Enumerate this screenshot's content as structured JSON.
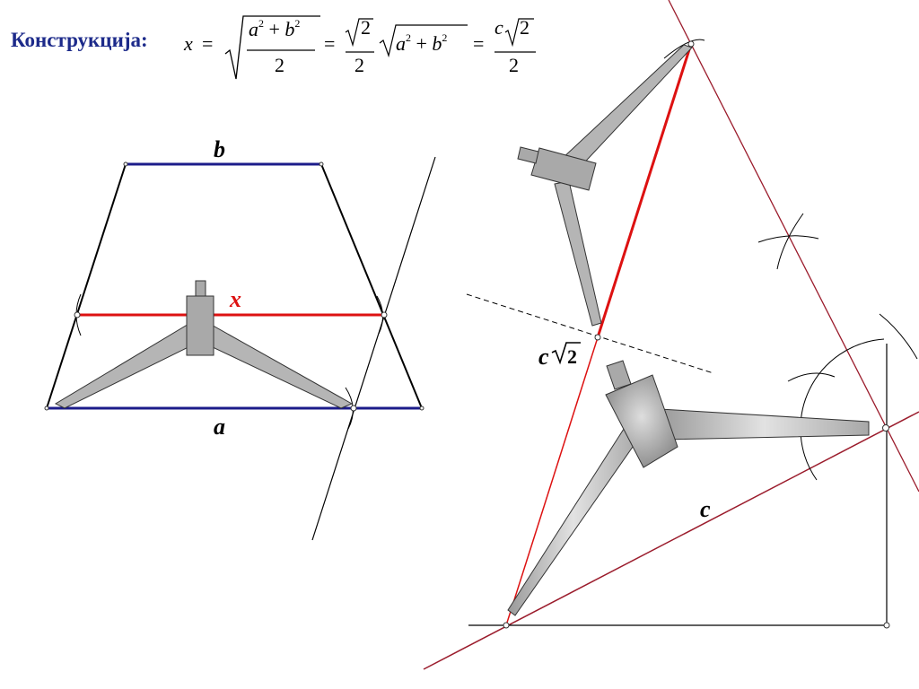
{
  "heading": "Конструкција:",
  "formula": {
    "lhs": "x",
    "eq": "=",
    "a": "a",
    "b": "b",
    "sq": "2",
    "plus": "+",
    "two": "2",
    "sqrt2": "2",
    "c": "c"
  },
  "labels": {
    "top_side": "b",
    "middle_segment": "x",
    "bottom_side": "a",
    "hyp": "c",
    "result_c": "c",
    "result_sqrt2": "2"
  },
  "colors": {
    "heading": "#1c2a8a",
    "blue_segment": "#1c1c8a",
    "red_segment": "#dd1111",
    "dark_red_line": "#9b1c2c",
    "compass": "#b5b5b5"
  }
}
